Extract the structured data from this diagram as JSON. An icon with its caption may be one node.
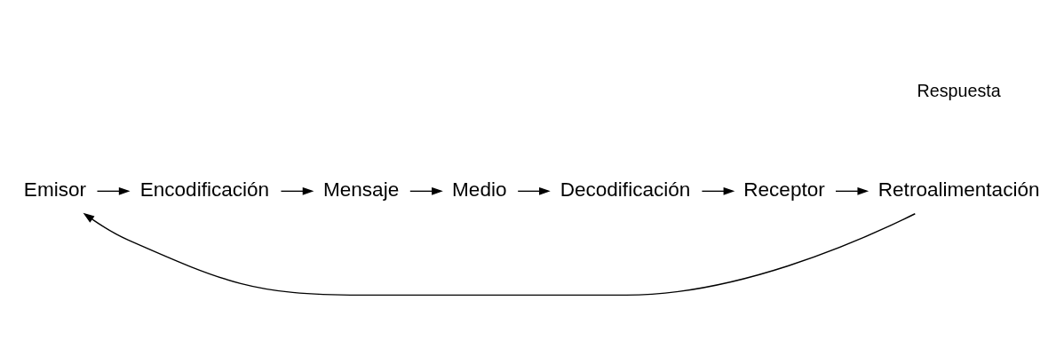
{
  "diagram": {
    "nodes": [
      {
        "text": [
          "Emisor"
        ]
      },
      {
        "text": [
          "Encodificación"
        ]
      },
      {
        "text": [
          "Mensaje"
        ]
      },
      {
        "text": [
          "Medio"
        ]
      },
      {
        "text": [
          "Decodificación"
        ]
      },
      {
        "text": [
          "Receptor"
        ]
      },
      {
        "text": [
          "Retroalimentación"
        ]
      }
    ],
    "edges": [
      {
        "from": 0,
        "to": 1,
        "arrow": "to"
      },
      {
        "from": 1,
        "to": 2,
        "arrow": "to"
      },
      {
        "from": 2,
        "to": 3,
        "arrow": "to"
      },
      {
        "from": 3,
        "to": 4,
        "arrow": "to"
      },
      {
        "from": 4,
        "to": 5,
        "arrow": "to"
      },
      {
        "from": 5,
        "to": 6,
        "arrow": "to"
      },
      {
        "from": 6,
        "to": 0,
        "arrow": "to"
      }
    ],
    "labels": [
      "Respuesta"
    ]
  }
}
